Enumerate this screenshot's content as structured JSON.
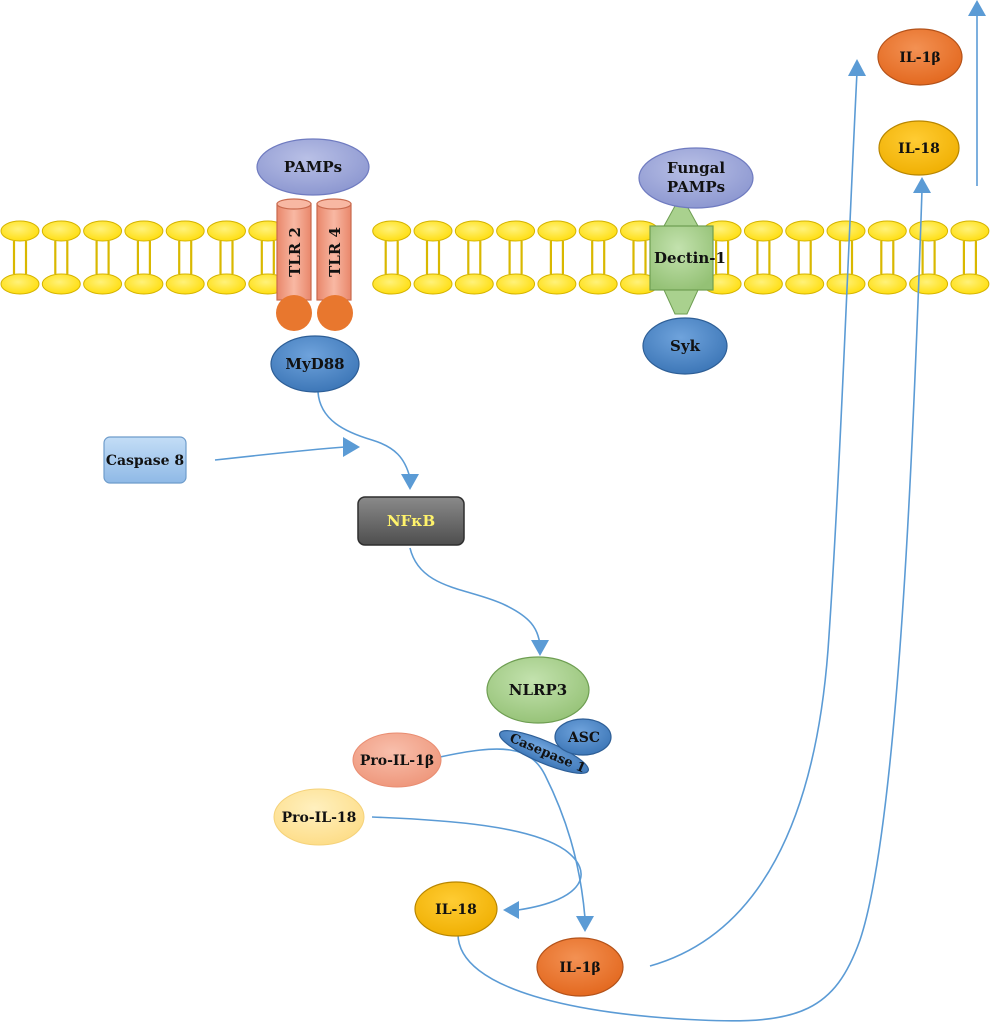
{
  "nodes": {
    "pamps": "PAMPs",
    "tlr2": "TLR 2",
    "tlr4": "TLR 4",
    "myd88": "MyD88",
    "fungal_pamps_line1": "Fungal",
    "fungal_pamps_line2": "PAMPs",
    "dectin1": "Dectin-1",
    "syk": "Syk",
    "caspase8": "Caspase 8",
    "nfkb": "NFκB",
    "nlrp3": "NLRP3",
    "asc": "ASC",
    "caspase1": "Casepase 1",
    "pro_il1b": "Pro-IL-1β",
    "pro_il18": "Pro-IL-18",
    "il18_product": "IL-18",
    "il1b_product": "IL-1β",
    "il1b_secreted": "IL-1β",
    "il18_secreted": "IL-18"
  },
  "colors": {
    "membrane_head": "#FFE400",
    "membrane_head_stroke": "#D4B300",
    "tlr": "#F4A38A",
    "tlr_stroke": "#C96A4E",
    "tlr_base": "#E8772E",
    "pamps": "#9FA8DA",
    "pamps_stroke": "#6F7BC0",
    "receptor_blue": "#4A86C8",
    "receptor_blue_stroke": "#2D5E96",
    "dectin": "#A9D18E",
    "dectin_stroke": "#6E9E52",
    "caspase8": "#A9CCF0",
    "caspase8_stroke": "#6E9CCB",
    "nfkb": "#6B6B6B",
    "nfkb_text": "#FFF36B",
    "nlrp3": "#A9D18E",
    "pro_il1b": "#F4A38A",
    "pro_il18": "#FFE699",
    "il18": "#F5B800",
    "il1b": "#ED7D31",
    "arrow": "#5B9BD5"
  }
}
